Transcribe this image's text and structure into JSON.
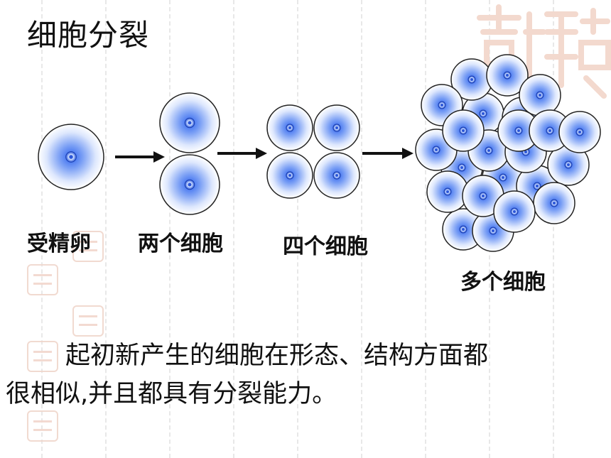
{
  "title": "细胞分裂",
  "stages": [
    {
      "label": "受精卵",
      "cells": 1
    },
    {
      "label": "两个细胞",
      "cells": 2
    },
    {
      "label": "四个细胞",
      "cells": 4
    },
    {
      "label": "多个细胞",
      "cells": "many"
    }
  ],
  "description_line1": "起初新产生的细胞在形态、结构方面都",
  "description_line2": "很相似,并且都具有分裂能力。",
  "colors": {
    "cell_center": "#3a6df0",
    "cell_edge": "#ffffff",
    "nucleus": "#2a55d8",
    "outline": "#222222",
    "watermark": "#f3d9ce"
  },
  "icons": [
    "arrow-right-icon",
    "cell-icon",
    "watermark-logo-icon"
  ]
}
